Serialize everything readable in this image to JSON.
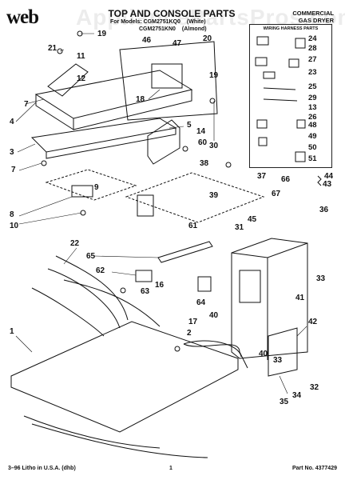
{
  "header": {
    "brand": "web",
    "title": "TOP AND CONSOLE PARTS",
    "model_line_1": "For Models: CGM2751KQ0",
    "model_variant_1": "(White)",
    "model_line_2": "CGM2751KN0",
    "model_variant_2": "(Almond)",
    "category_line_1": "COMMERCIAL",
    "category_line_2": "GAS DRYER",
    "watermark": "AppliancePartsPros.com"
  },
  "inset": {
    "title": "WIRING HARNESS PARTS",
    "numbers": [
      "24",
      "28",
      "27",
      "23",
      "25",
      "29",
      "13",
      "26",
      "48",
      "49",
      "50",
      "51"
    ]
  },
  "callouts": [
    "19",
    "21",
    "11",
    "46",
    "47",
    "20",
    "12",
    "7",
    "4",
    "18",
    "19",
    "30",
    "5",
    "14",
    "3",
    "60",
    "7",
    "38",
    "37",
    "66",
    "44",
    "43",
    "9",
    "39",
    "67",
    "36",
    "8",
    "10",
    "45",
    "31",
    "61",
    "22",
    "65",
    "62",
    "16",
    "63",
    "64",
    "33",
    "41",
    "40",
    "42",
    "17",
    "2",
    "1",
    "40",
    "33",
    "34",
    "35",
    "32"
  ],
  "footer": {
    "left": "3–96 Litho in U.S.A. (dhb)",
    "center": "1",
    "right": "Part No. 4377429"
  },
  "colors": {
    "ink": "#111111",
    "paper": "#ffffff"
  }
}
